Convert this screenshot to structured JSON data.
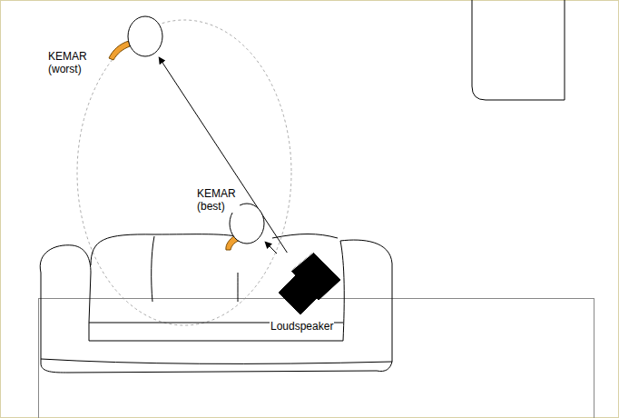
{
  "diagram": {
    "nodes": [
      {
        "text": [
          "KEMAR (worst)"
        ]
      },
      {
        "text": [
          "KEMAR (best)"
        ]
      },
      {
        "text": [
          "Loudspeaker"
        ]
      }
    ],
    "edges": [
      {
        "from": 2,
        "to": 1,
        "arrow": "to"
      },
      {
        "from": 2,
        "to": 0,
        "arrow": "to"
      }
    ]
  }
}
